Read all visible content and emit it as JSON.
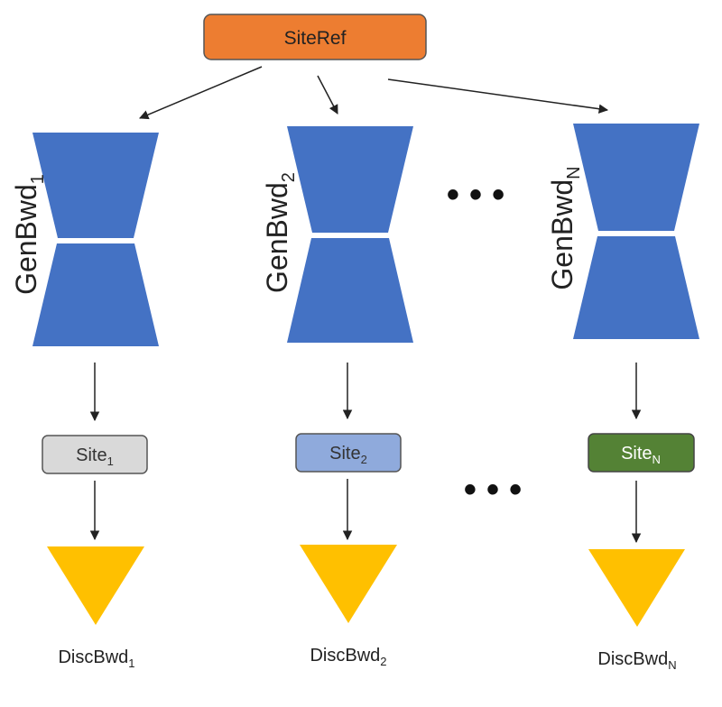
{
  "root": {
    "label": "SiteRef",
    "color": "#ED7D31"
  },
  "ellipsis": "• • •",
  "columns": [
    {
      "generator": {
        "base": "GenBwd",
        "sub": "1"
      },
      "site": {
        "base": "Site",
        "sub": "1",
        "color": "#D9D9D9",
        "text_color": "#333333"
      },
      "discriminator": {
        "base": "DiscBwd",
        "sub": "1"
      }
    },
    {
      "generator": {
        "base": "GenBwd",
        "sub": "2"
      },
      "site": {
        "base": "Site",
        "sub": "2",
        "color": "#8FAADC",
        "text_color": "#333333"
      },
      "discriminator": {
        "base": "DiscBwd",
        "sub": "2"
      }
    },
    {
      "generator": {
        "base": "GenBwd",
        "sub": "N"
      },
      "site": {
        "base": "Site",
        "sub": "N",
        "color": "#548235",
        "text_color": "#ffffff"
      },
      "discriminator": {
        "base": "DiscBwd",
        "sub": "N"
      }
    }
  ],
  "colors": {
    "generator": "#4472C4",
    "discriminator": "#FFC000",
    "arrow": "#222222",
    "stroke": "#555555"
  }
}
